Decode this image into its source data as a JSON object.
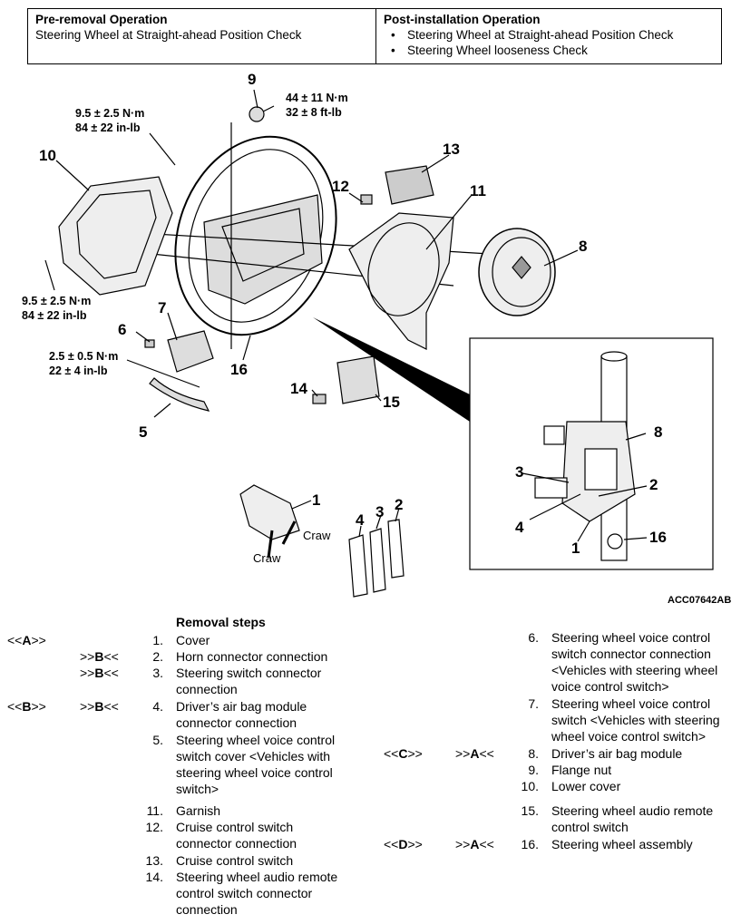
{
  "operations": {
    "pre_removal": {
      "title": "Pre-removal Operation",
      "items": [
        "Steering Wheel at Straight-ahead Position Check"
      ]
    },
    "post_installation": {
      "title": "Post-installation Operation",
      "items": [
        "Steering Wheel at Straight-ahead Position Check",
        "Steering Wheel looseness Check"
      ]
    }
  },
  "diagram": {
    "torques": {
      "t1": [
        "9.5 ± 2.5 N·m",
        "84 ± 22 in-lb"
      ],
      "t2": [
        "44 ± 11 N·m",
        "32 ± 8 ft-lb"
      ],
      "t3": [
        "9.5 ± 2.5 N·m",
        "84 ± 22 in-lb"
      ],
      "t4": [
        "2.5 ± 0.5 N·m",
        "22 ± 4 in-lb"
      ]
    },
    "labels": [
      "1",
      "2",
      "3",
      "4",
      "5",
      "6",
      "7",
      "8",
      "9",
      "10",
      "11",
      "12",
      "13",
      "14",
      "15",
      "16"
    ],
    "craw": "Craw",
    "figure_id": "ACC07642AB"
  },
  "steps": {
    "title": "Removal steps",
    "left": [
      {
        "code_a": "<<A>>",
        "code_b": "",
        "num": "1.",
        "text": [
          "Cover"
        ]
      },
      {
        "code_a": "",
        "code_b": ">>B<<",
        "num": "2.",
        "text": [
          "Horn connector connection"
        ]
      },
      {
        "code_a": "",
        "code_b": ">>B<<",
        "num": "3.",
        "text": [
          "Steering switch connector",
          "connection"
        ]
      },
      {
        "code_a": "<<B>>",
        "code_b": ">>B<<",
        "num": "4.",
        "text": [
          "Driver’s air bag module",
          "connector connection"
        ]
      },
      {
        "code_a": "",
        "code_b": "",
        "num": "5.",
        "text": [
          "Steering wheel voice control",
          "switch cover <Vehicles with",
          "steering wheel voice control",
          "switch>"
        ]
      },
      {
        "code_a": "",
        "code_b": "",
        "num": "11.",
        "text": [
          "Garnish"
        ]
      },
      {
        "code_a": "",
        "code_b": "",
        "num": "12.",
        "text": [
          "Cruise control switch",
          "connector connection"
        ]
      },
      {
        "code_a": "",
        "code_b": "",
        "num": "13.",
        "text": [
          "Cruise control switch"
        ]
      },
      {
        "code_a": "",
        "code_b": "",
        "num": "14.",
        "text": [
          "Steering wheel audio remote",
          "control switch connector",
          "connection"
        ]
      }
    ],
    "right": [
      {
        "code_a": "",
        "code_b": "",
        "num": "6.",
        "text": [
          "Steering wheel voice control",
          "switch connector connection",
          "<Vehicles with steering wheel",
          "voice control switch>"
        ]
      },
      {
        "code_a": "",
        "code_b": "",
        "num": "7.",
        "text": [
          "Steering wheel voice control",
          "switch <Vehicles with steering",
          "wheel voice control switch>"
        ]
      },
      {
        "code_a": "<<C>>",
        "code_b": ">>A<<",
        "num": "8.",
        "text": [
          "Driver’s air bag module"
        ]
      },
      {
        "code_a": "",
        "code_b": "",
        "num": "9.",
        "text": [
          "Flange nut"
        ]
      },
      {
        "code_a": "",
        "code_b": "",
        "num": "10.",
        "text": [
          "Lower cover"
        ]
      },
      {
        "code_a": "",
        "code_b": "",
        "num": "15.",
        "text": [
          "Steering wheel audio remote",
          "control switch"
        ]
      },
      {
        "code_a": "<<D>>",
        "code_b": ">>A<<",
        "num": "16.",
        "text": [
          "Steering wheel assembly"
        ]
      }
    ]
  }
}
